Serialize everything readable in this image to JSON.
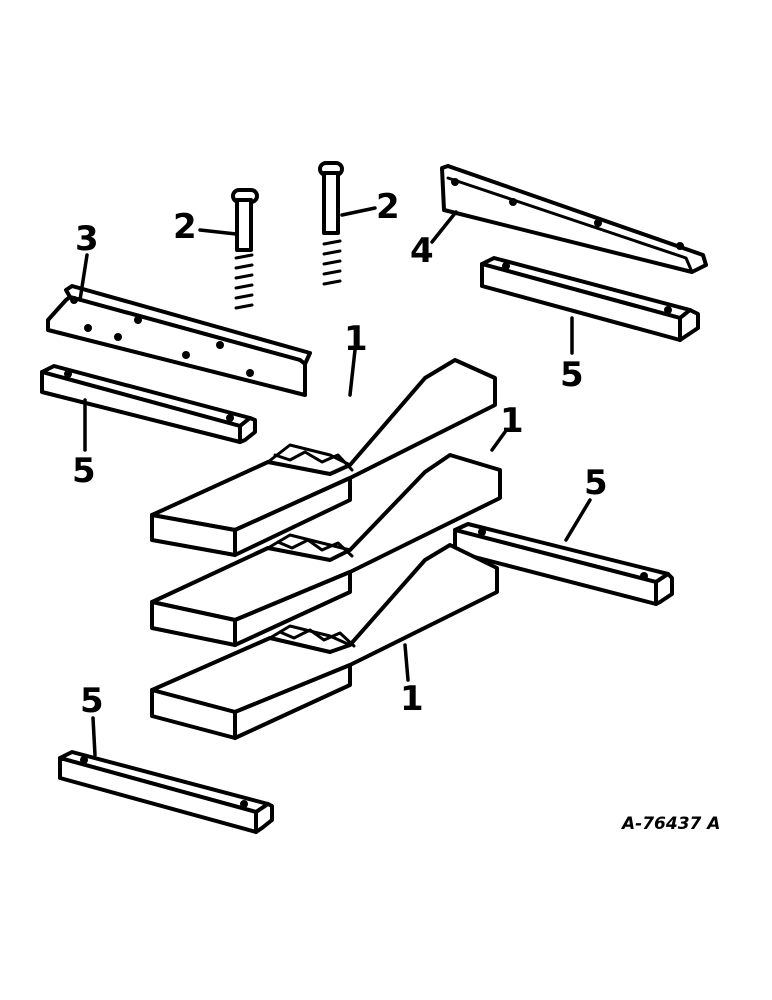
{
  "figure": {
    "reference_code": "A-76437 A"
  },
  "callouts": {
    "plank_top": "1",
    "plank_middle": "1",
    "plank_bottom": "1",
    "bolt_left": "2",
    "bolt_right": "2",
    "angle_left": "3",
    "angle_right": "4",
    "channel_upper_left": "5",
    "channel_upper_right": "5",
    "channel_middle_right": "5",
    "channel_bottom_left": "5"
  }
}
